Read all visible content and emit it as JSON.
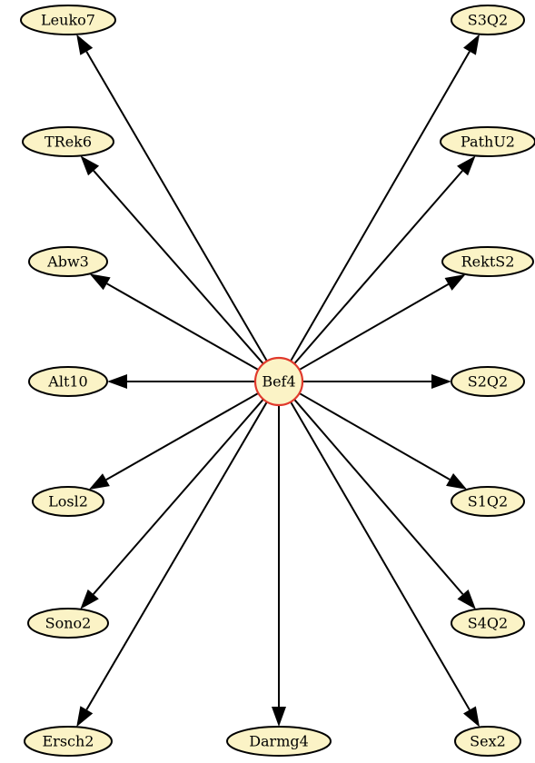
{
  "graph": {
    "center": {
      "id": "Bef4",
      "label": "Bef4"
    },
    "nodes": [
      {
        "id": "Leuko7",
        "label": "Leuko7"
      },
      {
        "id": "S3Q2",
        "label": "S3Q2"
      },
      {
        "id": "TRek6",
        "label": "TRek6"
      },
      {
        "id": "PathU2",
        "label": "PathU2"
      },
      {
        "id": "Abw3",
        "label": "Abw3"
      },
      {
        "id": "RektS2",
        "label": "RektS2"
      },
      {
        "id": "Alt10",
        "label": "Alt10"
      },
      {
        "id": "S2Q2",
        "label": "S2Q2"
      },
      {
        "id": "Losl2",
        "label": "Losl2"
      },
      {
        "id": "S1Q2",
        "label": "S1Q2"
      },
      {
        "id": "Sono2",
        "label": "Sono2"
      },
      {
        "id": "S4Q2",
        "label": "S4Q2"
      },
      {
        "id": "Ersch2",
        "label": "Ersch2"
      },
      {
        "id": "Darmg4",
        "label": "Darmg4"
      },
      {
        "id": "Sex2",
        "label": "Sex2"
      }
    ],
    "edges": [
      {
        "from": "Bef4",
        "to": "Leuko7"
      },
      {
        "from": "Bef4",
        "to": "S3Q2"
      },
      {
        "from": "Bef4",
        "to": "TRek6"
      },
      {
        "from": "Bef4",
        "to": "PathU2"
      },
      {
        "from": "Bef4",
        "to": "Abw3"
      },
      {
        "from": "Bef4",
        "to": "RektS2"
      },
      {
        "from": "Bef4",
        "to": "Alt10"
      },
      {
        "from": "Bef4",
        "to": "S2Q2"
      },
      {
        "from": "Bef4",
        "to": "Losl2"
      },
      {
        "from": "Bef4",
        "to": "S1Q2"
      },
      {
        "from": "Bef4",
        "to": "Sono2"
      },
      {
        "from": "Bef4",
        "to": "S4Q2"
      },
      {
        "from": "Bef4",
        "to": "Ersch2"
      },
      {
        "from": "Bef4",
        "to": "Darmg4"
      },
      {
        "from": "Bef4",
        "to": "Sex2"
      }
    ],
    "colors": {
      "node_fill": "#fbf3c6",
      "node_stroke": "#000000",
      "center_stroke": "#e0392c",
      "edge": "#000000"
    }
  }
}
